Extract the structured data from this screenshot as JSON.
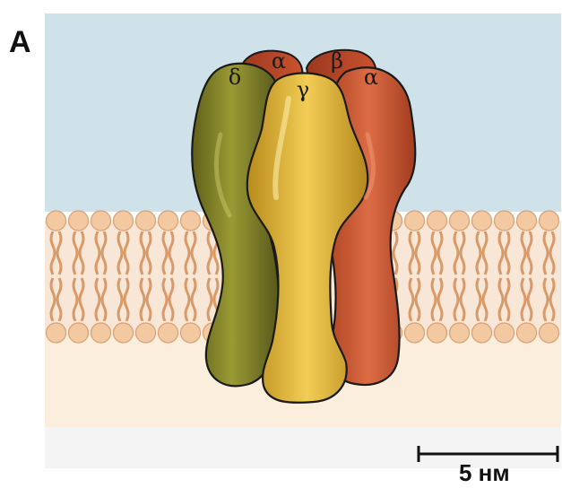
{
  "panel_label": "A",
  "subunits": {
    "alpha_top": "α",
    "beta": "β",
    "alpha_right": "α",
    "gamma": "γ",
    "delta": "δ"
  },
  "scale_bar": {
    "label": "5 нм"
  },
  "colors": {
    "extracellular": "#cfe2ea",
    "cytoplasm": "#fbeedd",
    "lipid_head": "#f2c9a1",
    "lipid_tail": "#d99a6a",
    "bottom_strip": "#f3f3f3",
    "delta_subunit": "#7d7d27",
    "gamma_subunit": "#e0b73a",
    "alpha_subunit": "#cf5a33",
    "beta_subunit": "#b8442a",
    "outline": "#1a1a1a"
  }
}
